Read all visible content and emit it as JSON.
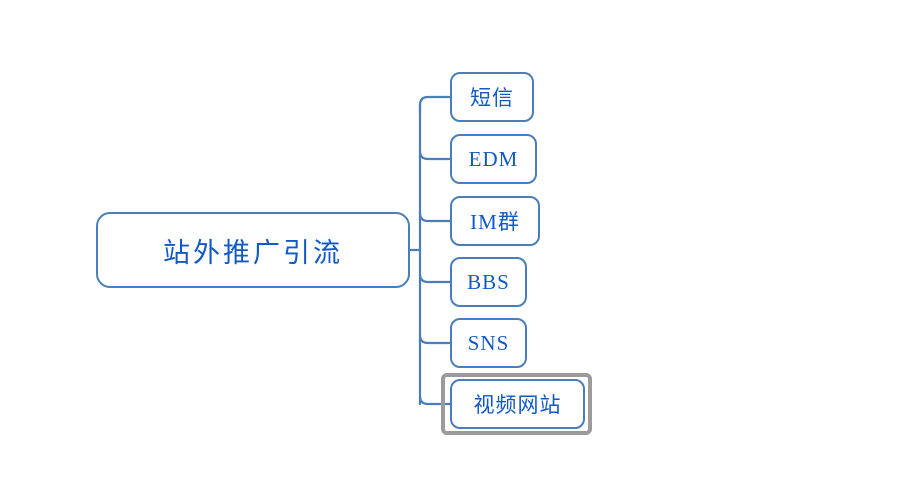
{
  "diagram": {
    "type": "mind-map",
    "background_color": "#ffffff",
    "node_border_color": "#4a7ebb",
    "node_text_color": "#1159c4",
    "connector_color": "#4a7ebb",
    "selection_color": "#9b9b9b",
    "root": {
      "label": "站外推广引流"
    },
    "children": [
      {
        "label": "短信",
        "selected": false
      },
      {
        "label": "EDM",
        "selected": false
      },
      {
        "label": "IM群",
        "selected": false
      },
      {
        "label": "BBS",
        "selected": false
      },
      {
        "label": "SNS",
        "selected": false
      },
      {
        "label": "视频网站",
        "selected": true
      }
    ]
  }
}
